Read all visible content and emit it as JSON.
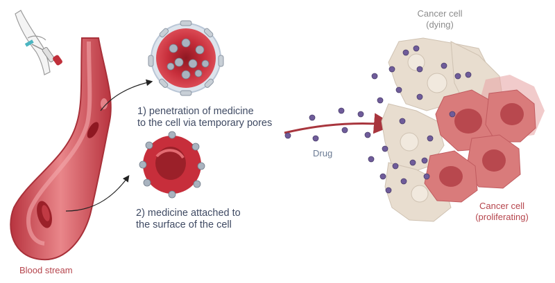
{
  "labels": {
    "blood_stream": "Blood stream",
    "step1_line1": "1) penetration of medicine",
    "step1_line2": "to the cell via temporary pores",
    "step2_line1": "2) medicine attached to",
    "step2_line2": "the surface of the cell",
    "drug": "Drug",
    "dying_line1": "Cancer cell",
    "dying_line2": "(dying)",
    "prolif_line1": "Cancer cell",
    "prolif_line2": "(proliferating)"
  },
  "colors": {
    "vessel_wall": "#c8404a",
    "vessel_inner": "#e5767c",
    "rbc": "#c72e3b",
    "rbc_dark": "#8e1822",
    "membrane": "#b9c6d6",
    "drug_particle": "#6f5c9a",
    "dying_cell": "#e8ddcf",
    "cancer_cell": "#d97b7b",
    "cancer_nucleus": "#b8484e",
    "arrow_red": "#a8353d",
    "text_caption": "#3f4a63"
  },
  "icons": {
    "iv_hand": "iv-drip-hand-icon"
  }
}
